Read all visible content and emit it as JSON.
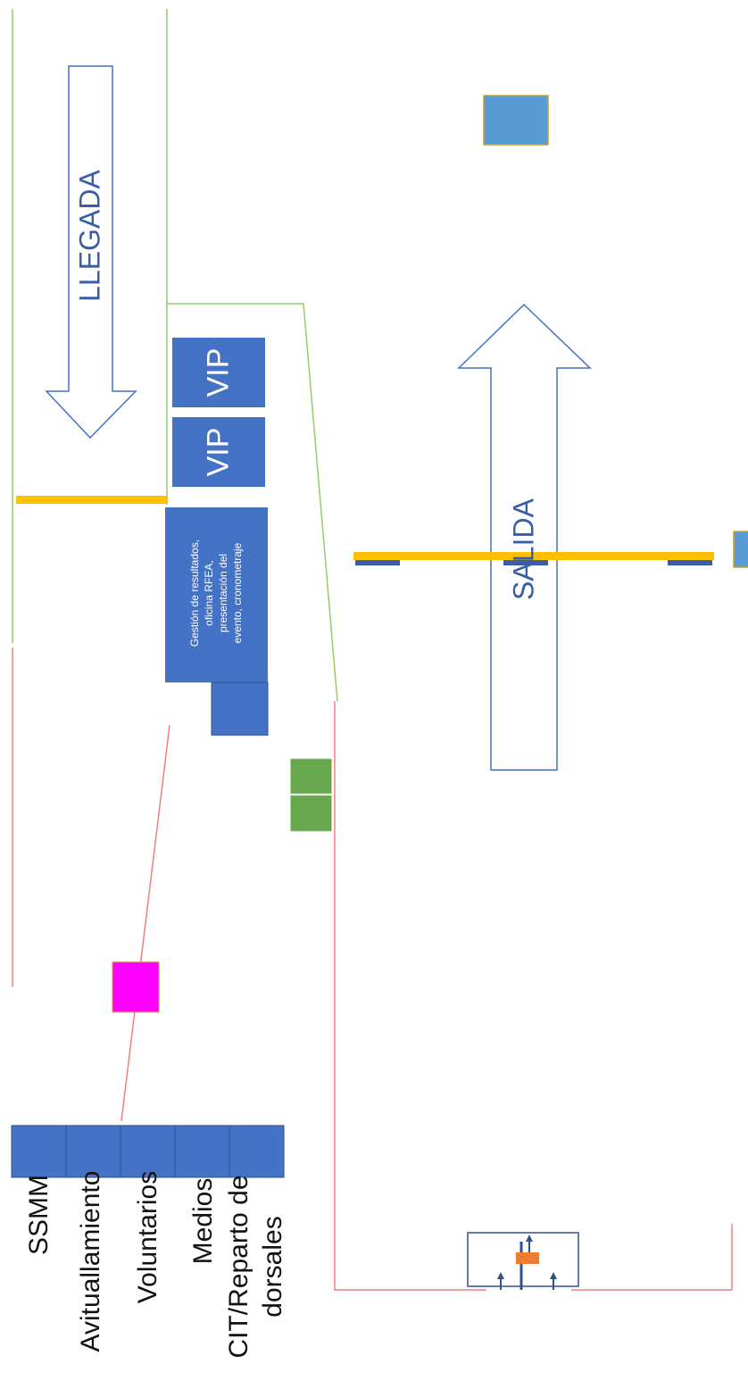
{
  "colors": {
    "green_line": "#8fce6a",
    "red_line": "#ee8080",
    "yellow_line": "#ffc000",
    "blue_fill": "#4472c4",
    "blue_dark": "#2f528f",
    "light_blue": "#5b9bd5",
    "green_box": "#6aa84f",
    "magenta": "#ff00ff",
    "orange": "#ed7d31",
    "arrow_outline": "#4472c4"
  },
  "arrows": {
    "arrival_label": "LLEGADA",
    "start_label": "SALIDA"
  },
  "vip": {
    "box_1": "VIP",
    "box_2": "VIP"
  },
  "office": {
    "lines": [
      "Gestión de resultados,",
      "oficina RFEA,",
      "presentación del",
      "evento, cronometraje"
    ]
  },
  "legend": {
    "items": [
      {
        "label_1": "SSMM",
        "label_2": ""
      },
      {
        "label_1": "Avituallamiento",
        "label_2": ""
      },
      {
        "label_1": "Voluntarios",
        "label_2": ""
      },
      {
        "label_1": "Medios",
        "label_2": ""
      },
      {
        "label_1": "CIT/Reparto de",
        "label_2": "dorsales"
      }
    ]
  }
}
